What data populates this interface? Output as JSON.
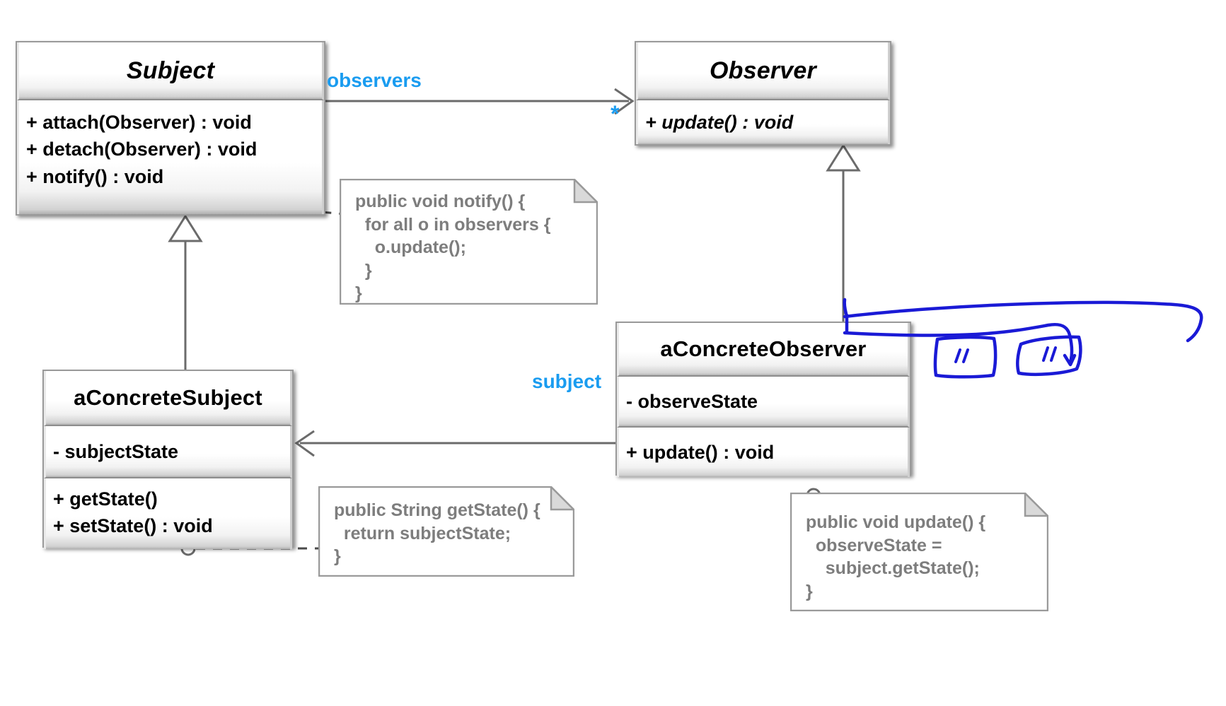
{
  "diagram": {
    "title": "Observer Design Pattern UML Class Diagram",
    "colors": {
      "accent_blue": "#1a9cf0",
      "annotation_blue": "#1a1ad6",
      "note_text_gray": "#7d7d7d",
      "line_gray": "#6b6b6b",
      "box_border_gray": "#9a9a9a",
      "background": "#ffffff"
    }
  },
  "classes": {
    "subject": {
      "name": "Subject",
      "name_style": "italic",
      "members": [
        "+ attach(Observer) : void",
        "+ detach(Observer) : void",
        "+ notify() : void"
      ]
    },
    "observer": {
      "name": "Observer",
      "name_style": "italic",
      "members": [
        "+ update() : void"
      ]
    },
    "concrete_subject": {
      "name": "aConcreteSubject",
      "name_style": "normal",
      "attributes": [
        "- subjectState"
      ],
      "members": [
        "+ getState()",
        "+ setState() : void"
      ]
    },
    "concrete_observer": {
      "name": "aConcreteObserver",
      "name_style": "normal",
      "attributes": [
        "- observeState"
      ],
      "members": [
        "+ update() : void"
      ]
    }
  },
  "notes": {
    "notify_note": {
      "text": "public void notify() {\n  for all o in observers {\n    o.update();\n  }\n}"
    },
    "getstate_note": {
      "text": "public String getState() {\n  return subjectState;\n}"
    },
    "update_note": {
      "text": "public void update() {\n  observeState =\n    subject.getState();\n}"
    }
  },
  "connectors": {
    "observers_label": "observers",
    "observers_multiplicity": "*",
    "subject_label": "subject"
  },
  "annotation": {
    "mark_1": "//",
    "mark_2": "//"
  }
}
